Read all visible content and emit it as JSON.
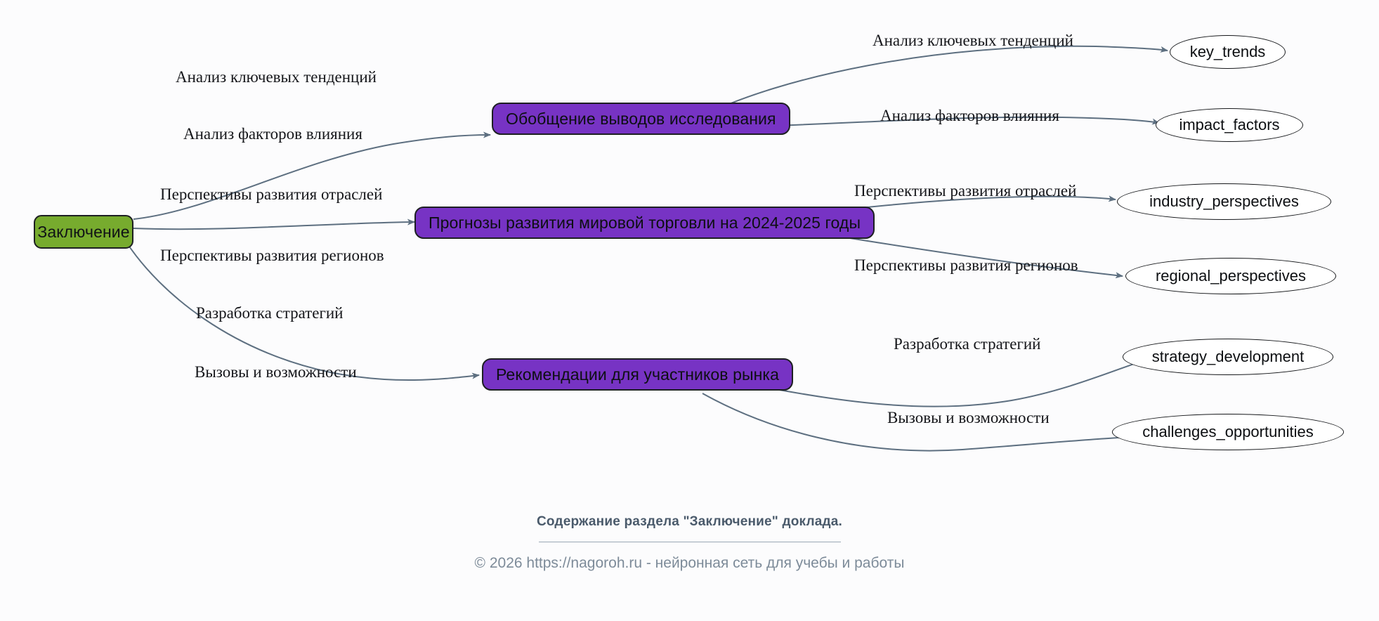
{
  "diagram": {
    "type": "mindmap",
    "root": {
      "label": "Заключение",
      "color": "#77ab2e",
      "border_color": "#1d1f22"
    },
    "branch_color": "#7733c4",
    "leaf_color": "#ffffff",
    "edge_color": "#5d6f80",
    "branches": [
      {
        "label": "Обобщение выводов исследования",
        "edge_label_in": "Анализ ключевых тенденций",
        "leaves": [
          {
            "label": "key_trends",
            "edge_label": "Анализ ключевых тенденций"
          },
          {
            "label": "impact_factors",
            "edge_label": "Анализ факторов влияния"
          }
        ]
      },
      {
        "label": "Прогнозы развития мировой торговли на 2024-2025 годы",
        "edge_label_in": "Перспективы развития отраслей",
        "leaves": [
          {
            "label": "industry_perspectives",
            "edge_label": "Перспективы развития отраслей"
          },
          {
            "label": "regional_perspectives",
            "edge_label": "Перспективы развития регионов"
          }
        ]
      },
      {
        "label": "Рекомендации для участников рынка",
        "edge_label_in": "Разработка стратегий",
        "leaves": [
          {
            "label": "strategy_development",
            "edge_label": "Разработка стратегий"
          },
          {
            "label": "challenges_opportunities",
            "edge_label": "Вызовы и возможности"
          }
        ]
      }
    ],
    "left_edge_labels": [
      "Анализ ключевых тенденций",
      "Анализ факторов влияния",
      "Перспективы развития отраслей",
      "Перспективы развития регионов",
      "Разработка стратегий",
      "Вызовы и возможности"
    ],
    "right_edge_labels": [
      "Анализ ключевых тенденций",
      "Анализ факторов влияния",
      "Перспективы развития отраслей",
      "Перспективы развития регионов",
      "Разработка стратегий",
      "Вызовы и возможности"
    ]
  },
  "footer": {
    "title": "Содержание раздела \"Заключение\" доклада.",
    "credit": "© 2026 https://nagoroh.ru - нейронная сеть для учебы и работы"
  }
}
